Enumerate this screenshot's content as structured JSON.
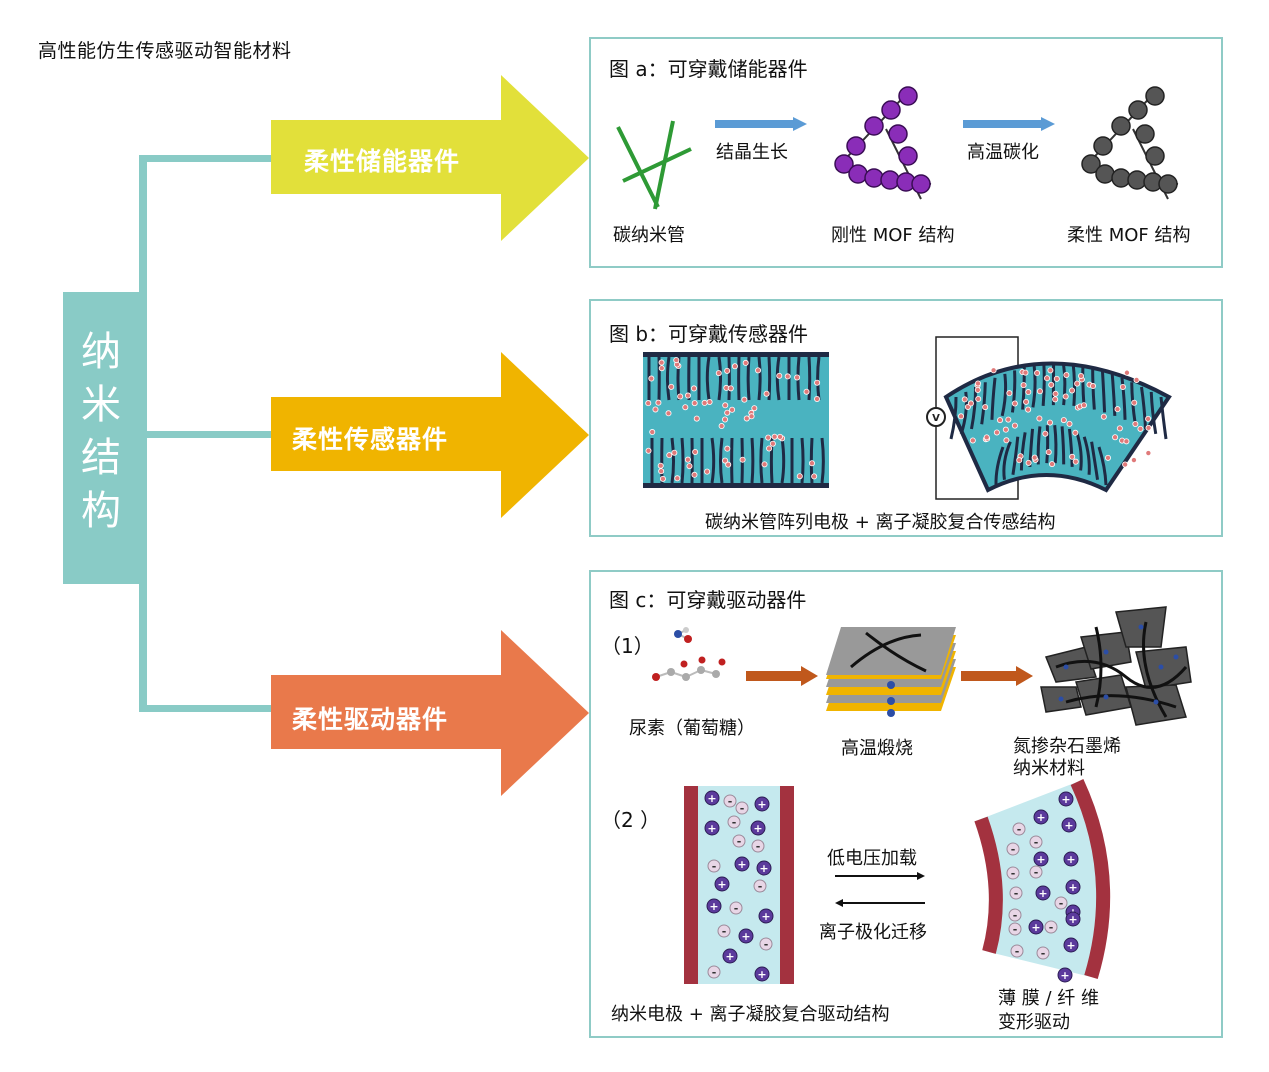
{
  "title": "高性能仿生传感驱动智能材料",
  "root": {
    "label": "纳米结构",
    "chars": [
      "纳",
      "米",
      "结",
      "构"
    ],
    "color": "#89cbc6"
  },
  "branches": [
    {
      "label": "柔性储能器件",
      "color": "#e2e03a"
    },
    {
      "label": "柔性传感器件",
      "color": "#f0b400"
    },
    {
      "label": "柔性驱动器件",
      "color": "#e9794b"
    }
  ],
  "panel_a": {
    "title": "图 a：可穿戴储能器件",
    "step1_arrow": "结晶生长",
    "step2_arrow": "高温碳化",
    "items": [
      "碳纳米管",
      "刚性 MOF 结构",
      "柔性 MOF 结构"
    ],
    "colors": {
      "cnt": "#2e9a35",
      "rigid_mof": "#8a2db8",
      "flex_mof": "#555555",
      "arrow": "#5b9bd5"
    }
  },
  "panel_b": {
    "title": "图 b：可穿戴传感器件",
    "voltmeter": "V",
    "caption": "碳纳米管阵列电极 + 离子凝胶复合传感结构",
    "colors": {
      "gel": "#4ab3c0",
      "electrode": "#1f2a44",
      "ion": "#e07a7a"
    }
  },
  "panel_c": {
    "title": "图 c：可穿戴驱动器件",
    "part1": {
      "index": "（1）",
      "precursor": "尿素（葡萄糖）",
      "process": "高温煅烧",
      "product_line1": "氮掺杂石墨烯",
      "product_line2": "纳米材料"
    },
    "part2": {
      "index": "（2 ）",
      "forward": "低电压加载",
      "backward": "离子极化迁移",
      "caption": "纳米电极 + 离子凝胶复合驱动结构",
      "result_line1": "薄 膜 / 纤 维",
      "result_line2": "变形驱动",
      "plus": "+",
      "minus": "-"
    },
    "colors": {
      "arrow": "#c0581c",
      "electrode": "#a3323f",
      "gel": "#c5e9ee",
      "cation": "#5b3a9c",
      "anion": "#e8d6e6"
    }
  }
}
